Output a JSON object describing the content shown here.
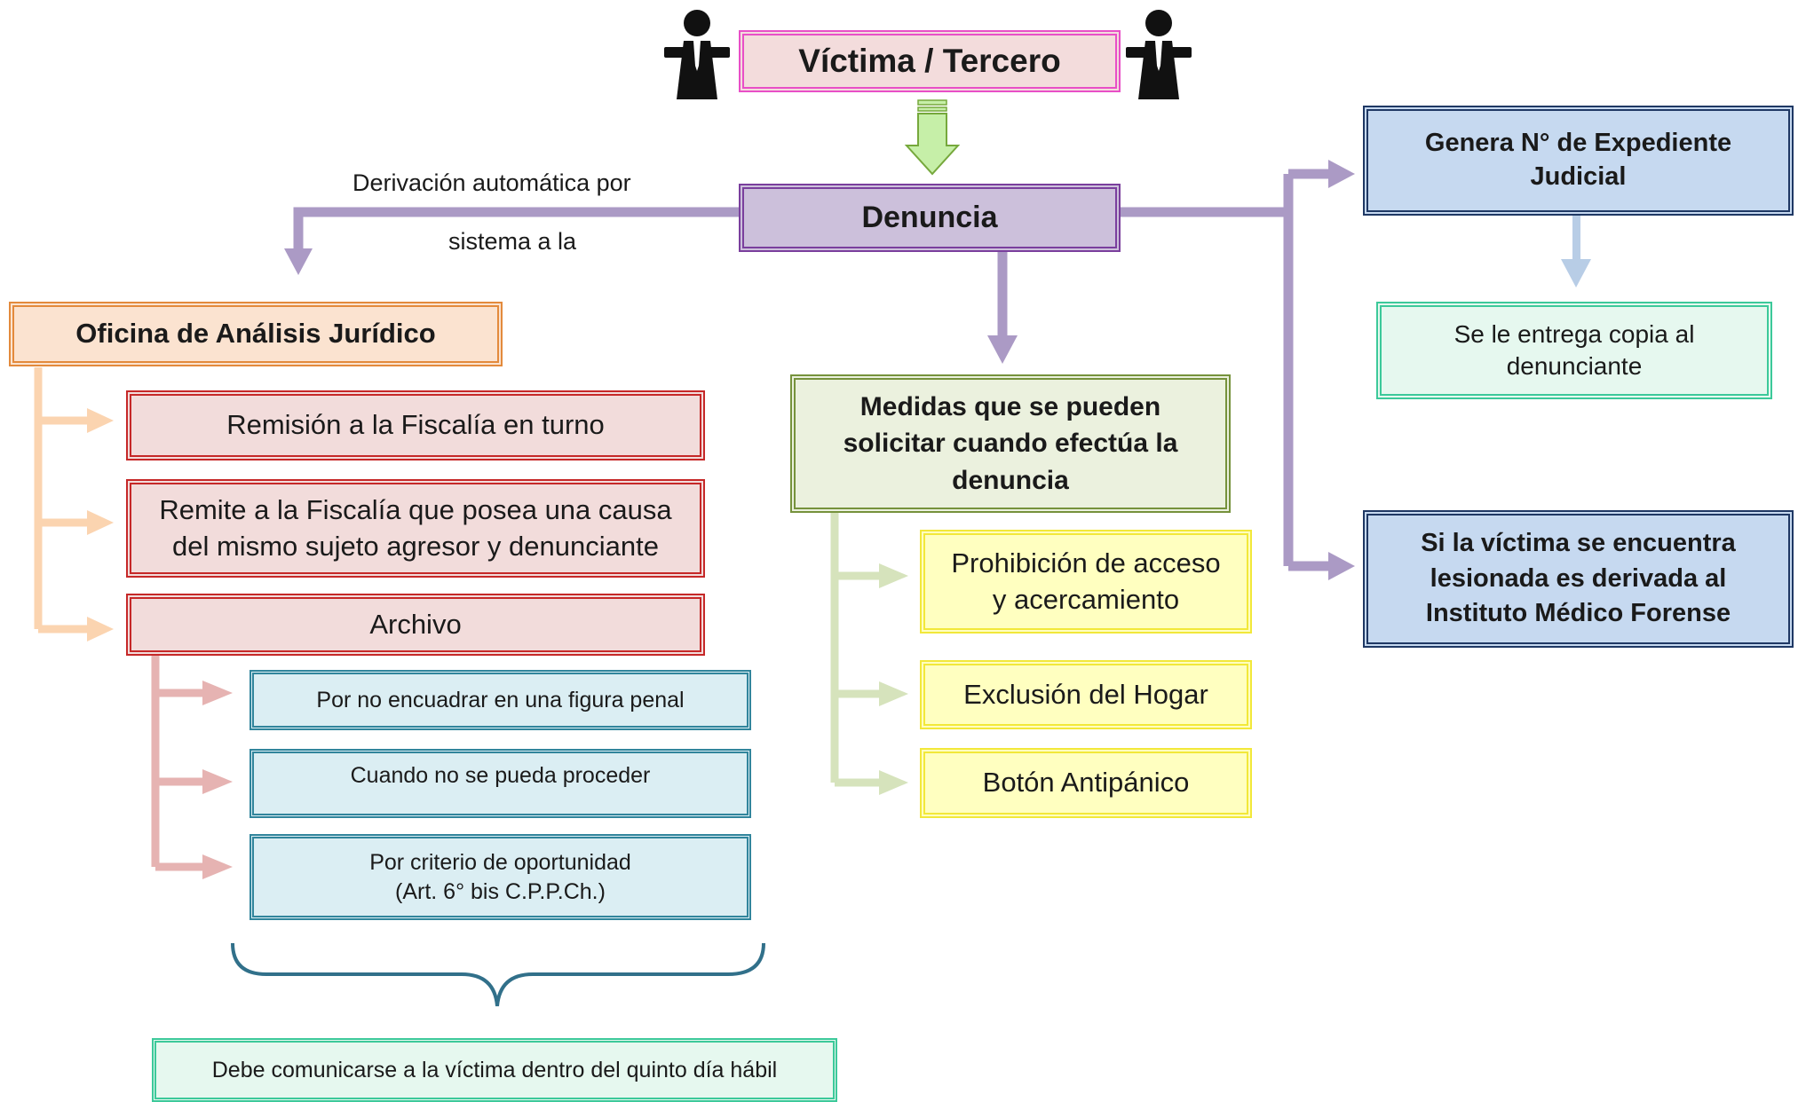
{
  "header": {
    "title": "Víctima / Tercero"
  },
  "denuncia": {
    "label": "Denuncia"
  },
  "derivation_label": {
    "line1": "Derivación automática por",
    "line2": "sistema a la"
  },
  "oficina": {
    "title": "Oficina de Análisis Jurídico",
    "items": [
      "Remisión a la Fiscalía en turno",
      "Remite a la Fiscalía que posea una causa\ndel mismo sujeto agresor y denunciante",
      "Archivo"
    ],
    "archivo_reasons": [
      "Por no encuadrar en una figura penal",
      "Cuando no se pueda proceder",
      "Por criterio de oportunidad\n(Art. 6° bis C.P.P.Ch.)"
    ],
    "communication_note": "Debe comunicarse a la víctima dentro del quinto día hábil"
  },
  "medidas": {
    "title": "Medidas que se pueden\nsolicitar cuando efectúa la\ndenuncia",
    "items": [
      "Prohibición de acceso\ny acercamiento",
      "Exclusión del Hogar",
      "Botón Antipánico"
    ]
  },
  "expediente": {
    "title": "Genera N° de Expediente\nJudicial",
    "copy_note": "Se le entrega copia al\ndenunciante"
  },
  "forense": {
    "text": "Si la víctima se encuentra\nlesionada es derivada al\nInstituto Médico Forense"
  },
  "icons": {
    "left_person": "person-icon",
    "right_person": "person-icon",
    "down_arrow": "down-arrow-icon"
  },
  "colors": {
    "victima_fill": "#f3dcdc",
    "victima_border": "#e84fc7",
    "denuncia_fill": "#ccc0db",
    "denuncia_border": "#7a3f9d",
    "oficina_fill": "#fbe3d0",
    "oficina_border": "#e38a3c",
    "red_fill": "#f2dcdb",
    "red_border": "#c62828",
    "blue_fill": "#dbeef3",
    "blue_border": "#31859c",
    "green_fill": "#ebf1de",
    "green_border": "#76923c",
    "yellow_fill": "#ffffc0",
    "yellow_border": "#f2e83a",
    "navy_fill": "#c6d9f0",
    "navy_border": "#1f3864",
    "mint_fill": "#e6f8ef",
    "mint_border": "#3cc99a",
    "purple_link": "#ab9ac5",
    "orange_link": "#fbd4b0",
    "pink_link": "#e6b3b2",
    "sage_link": "#d6e3bc",
    "lightblue_link": "#b8cde6",
    "brace": "#31708a"
  }
}
